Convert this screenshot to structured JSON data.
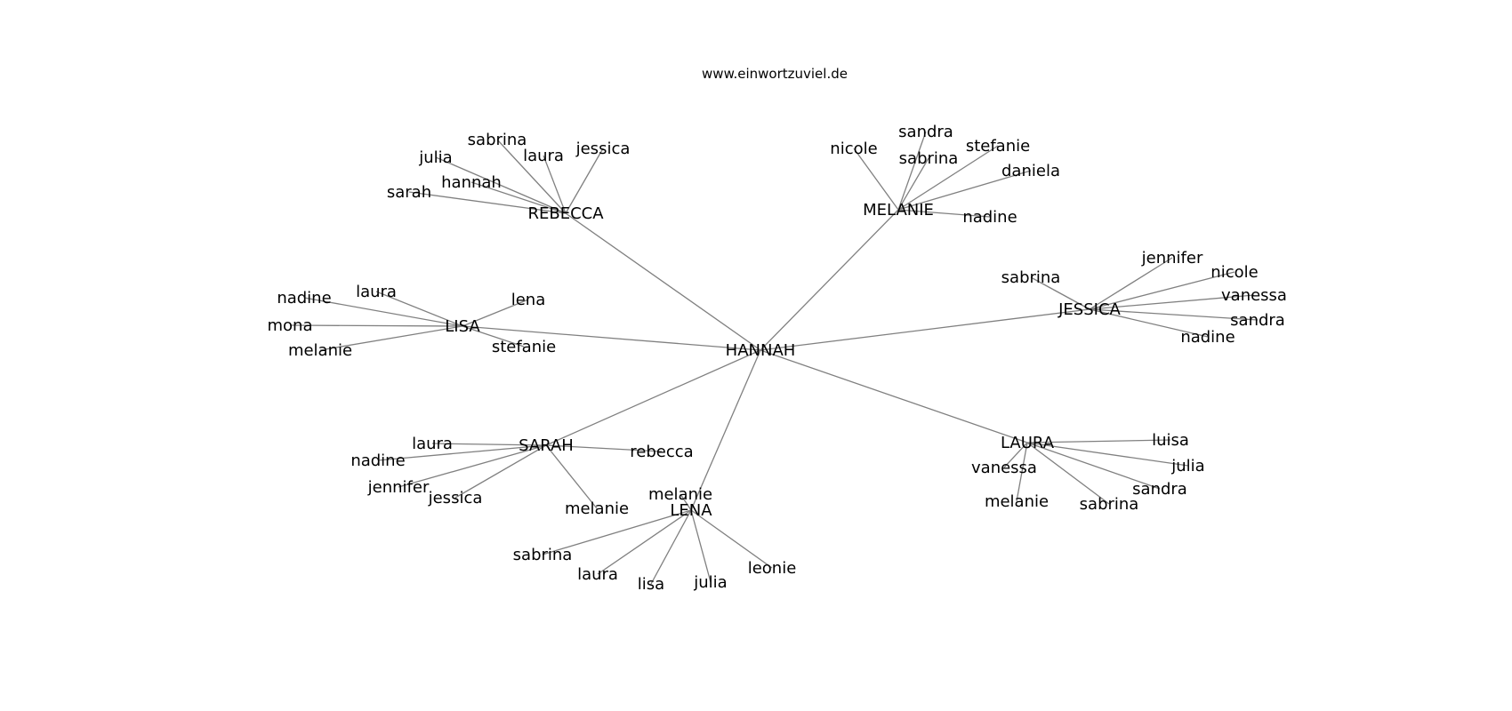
{
  "title": "www.einwortzuviel.de",
  "colors": {
    "edge": "#808080",
    "text": "#000000",
    "background": "#ffffff"
  },
  "center": "HANNAH",
  "groups": [
    {
      "name": "REBECCA",
      "children": [
        "sarah",
        "julia",
        "hannah",
        "sabrina",
        "laura",
        "jessica"
      ]
    },
    {
      "name": "MELANIE",
      "children": [
        "nicole",
        "sandra",
        "sabrina",
        "stefanie",
        "daniela",
        "nadine"
      ]
    },
    {
      "name": "LISA",
      "children": [
        "nadine",
        "laura",
        "mona",
        "melanie",
        "lena",
        "stefanie"
      ]
    },
    {
      "name": "JESSICA",
      "children": [
        "sabrina",
        "jennifer",
        "nicole",
        "vanessa",
        "sandra",
        "nadine"
      ]
    },
    {
      "name": "SARAH",
      "children": [
        "laura",
        "nadine",
        "jennifer",
        "jessica",
        "melanie",
        "rebecca"
      ]
    },
    {
      "name": "LAURA",
      "children": [
        "luisa",
        "julia",
        "sandra",
        "sabrina",
        "melanie",
        "vanessa"
      ]
    },
    {
      "name": "LENA",
      "children": [
        "melanie",
        "sabrina",
        "laura",
        "lisa",
        "julia",
        "leonie"
      ]
    }
  ]
}
